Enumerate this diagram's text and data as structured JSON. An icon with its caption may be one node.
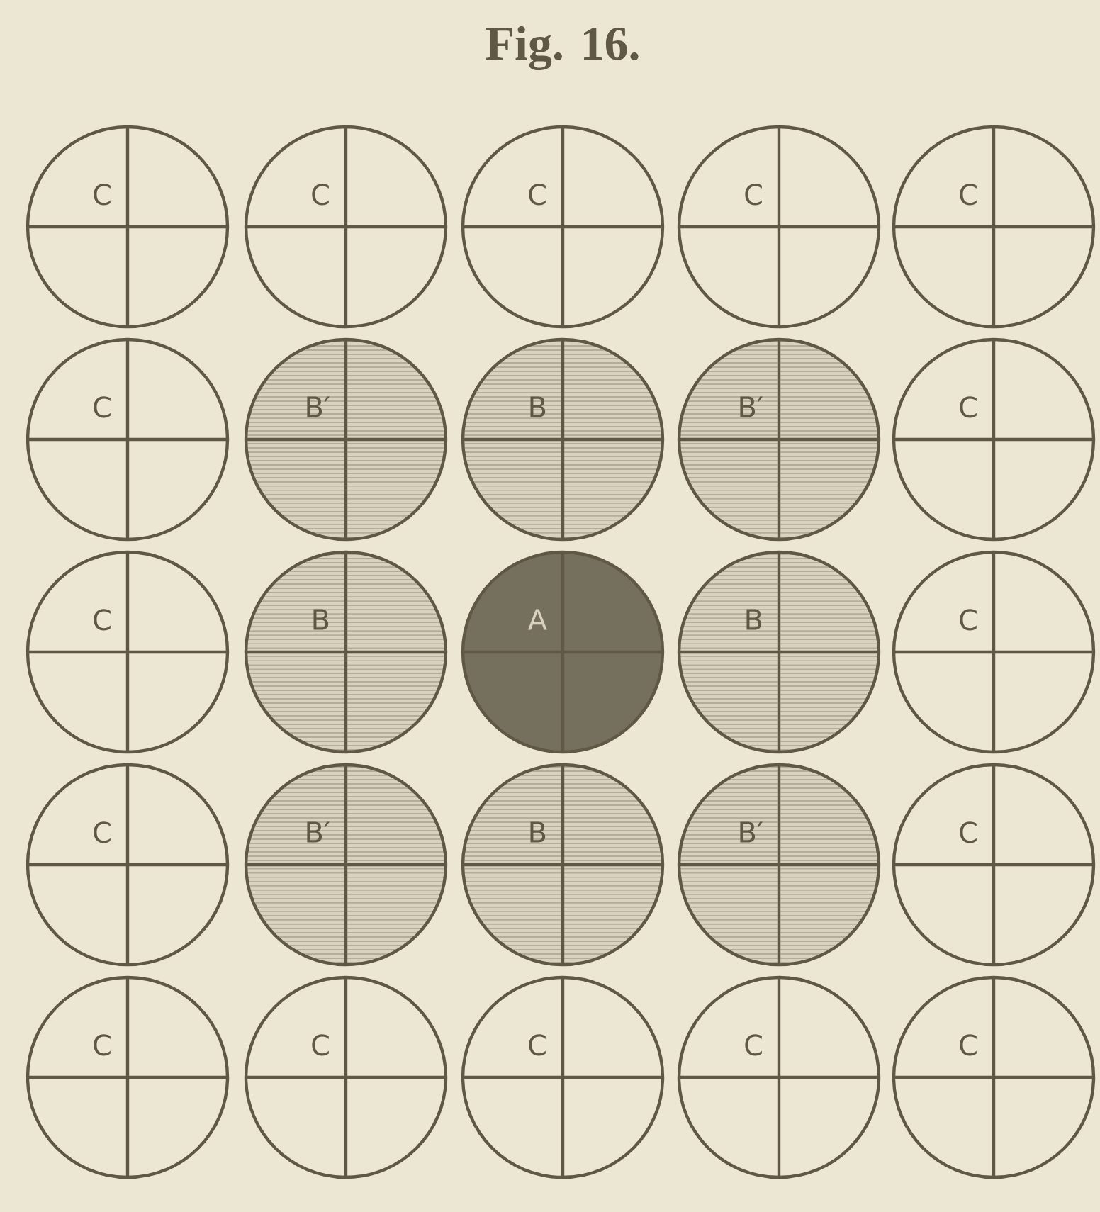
{
  "diagram": {
    "title": "Fig. 16.",
    "nodes": [
      {
        "text": [
          "C"
        ]
      },
      {
        "text": [
          "C"
        ]
      },
      {
        "text": [
          "C"
        ]
      },
      {
        "text": [
          "C"
        ]
      },
      {
        "text": [
          "C"
        ]
      },
      {
        "text": [
          "C"
        ]
      },
      {
        "text": [
          "B′"
        ]
      },
      {
        "text": [
          "B"
        ]
      },
      {
        "text": [
          "B′"
        ]
      },
      {
        "text": [
          "C"
        ]
      },
      {
        "text": [
          "C"
        ]
      },
      {
        "text": [
          "B"
        ]
      },
      {
        "text": [
          "A"
        ]
      },
      {
        "text": [
          "B"
        ]
      },
      {
        "text": [
          "C"
        ]
      },
      {
        "text": [
          "C"
        ]
      },
      {
        "text": [
          "B′"
        ]
      },
      {
        "text": [
          "B"
        ]
      },
      {
        "text": [
          "B′"
        ]
      },
      {
        "text": [
          "C"
        ]
      },
      {
        "text": [
          "C"
        ]
      },
      {
        "text": [
          "C"
        ]
      },
      {
        "text": [
          "C"
        ]
      },
      {
        "text": [
          "C"
        ]
      },
      {
        "text": [
          "C"
        ]
      }
    ]
  }
}
